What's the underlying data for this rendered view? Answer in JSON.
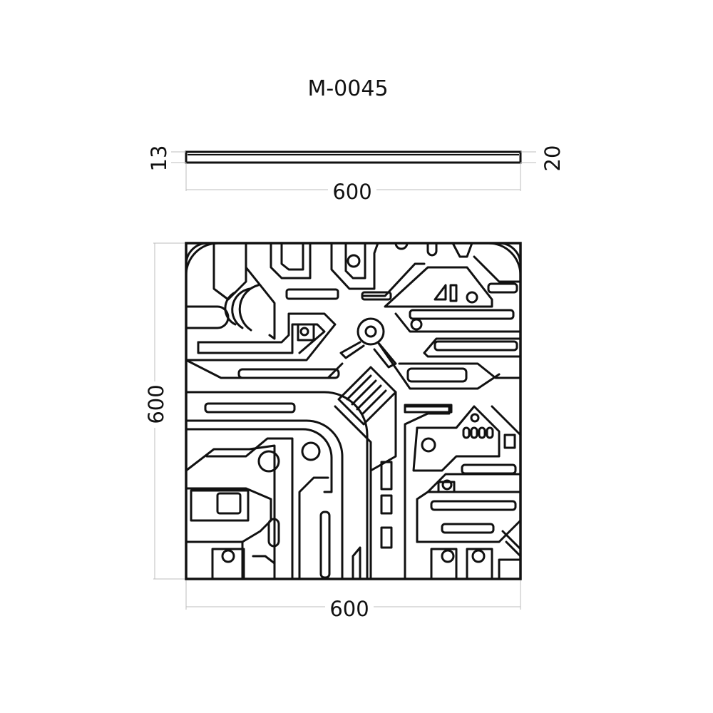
{
  "title": "M-0045",
  "side_view": {
    "thickness_left": "13",
    "thickness_right": "20",
    "width": "600"
  },
  "top_view": {
    "width": "600",
    "height": "600"
  },
  "colors": {
    "line": "#111111",
    "dimension_line": "#bdbdbd",
    "background": "#ffffff"
  }
}
